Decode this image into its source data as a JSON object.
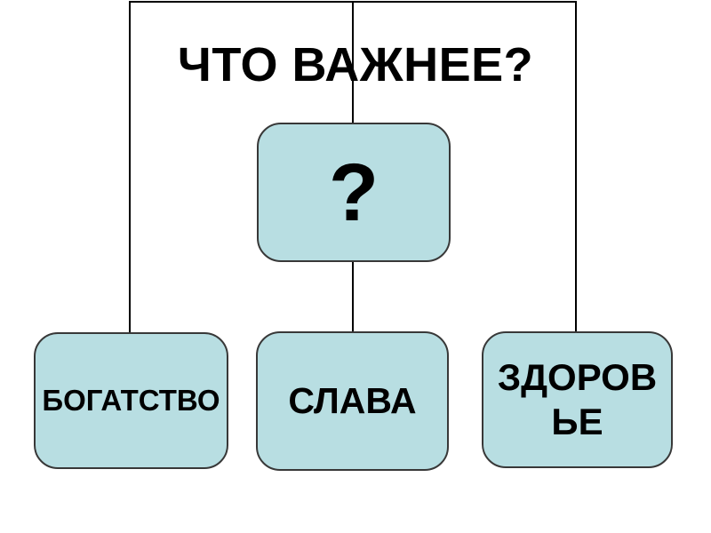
{
  "colors": {
    "background": "#ffffff",
    "box_fill": "#b8dee2",
    "box_border": "#383838",
    "connector": "#000000",
    "text": "#000000"
  },
  "title": {
    "text": "ЧТО ВАЖНЕЕ?"
  },
  "question_box": {
    "text": "?"
  },
  "options": [
    {
      "label": "БОГАТСТВО",
      "lines": [
        "БОГАТСТВО"
      ]
    },
    {
      "label": "СЛАВА",
      "lines": [
        "СЛАВА"
      ]
    },
    {
      "label": "ЗДОРОВЬЕ",
      "lines": [
        "ЗДОРОВ",
        "ЬЕ"
      ]
    }
  ]
}
